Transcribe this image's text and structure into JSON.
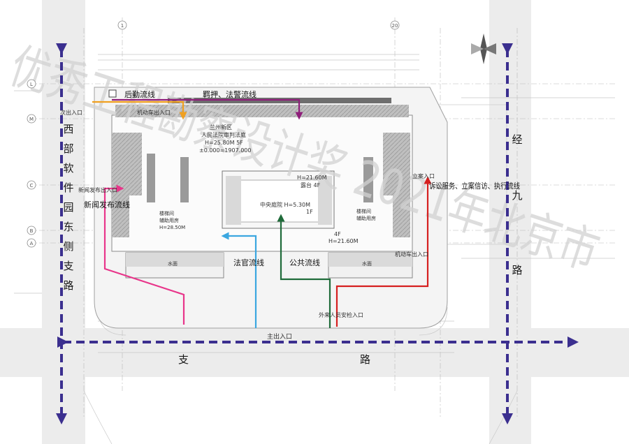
{
  "watermark": "优秀工程勘察设计奖 2021年北京市",
  "roads": {
    "west_vertical": [
      "西",
      "部",
      "软",
      "件",
      "园",
      "东",
      "侧",
      "支",
      "路"
    ],
    "east_vertical": [
      "经",
      "九",
      "路"
    ],
    "south_horizontal": [
      "支",
      "路"
    ]
  },
  "building": {
    "name_line1": "兰州新区",
    "name_line2": "人民法院审判法庭",
    "name_line3": "H=25.80M 5F",
    "name_line4": "±0.000=1907.000",
    "courtyard_label": "中央庭院 H=5.30M",
    "courtyard_floor": "1F",
    "tower_label": "H=21.60M",
    "terrace_label": "露台 4F",
    "east_wing_label": "4F",
    "east_wing_height": "H=21.60M",
    "stair_label": "楼梯间",
    "stair_sub": "辅助用房",
    "stair_height": "H=28.50M",
    "water_label": "水面"
  },
  "flows": {
    "logistics": "后勤流线",
    "detention": "羁押、法警流线",
    "press": "新闻发布流线",
    "judge": "法官流线",
    "public": "公共流线",
    "litigation": "诉讼服务、立案信访、执行流线"
  },
  "entrances": {
    "main": "主出入口",
    "secondary": "次出入口",
    "vehicle_north": "机动车出入口",
    "vehicle_east": "机动车出入口",
    "security": "外来人员安检入口",
    "press": "新闻发布出入口",
    "filing": "立案入口"
  },
  "axis_labels": [
    "M",
    "L",
    "C",
    "B",
    "A",
    "1",
    "20"
  ],
  "colors": {
    "logistics": "#f0a020",
    "detention": "#8e1e7a",
    "press": "#e8358a",
    "judge": "#3ba7e0",
    "public": "#1f6b3a",
    "litigation": "#d62020",
    "road_arrow": "#3b2f8f"
  }
}
